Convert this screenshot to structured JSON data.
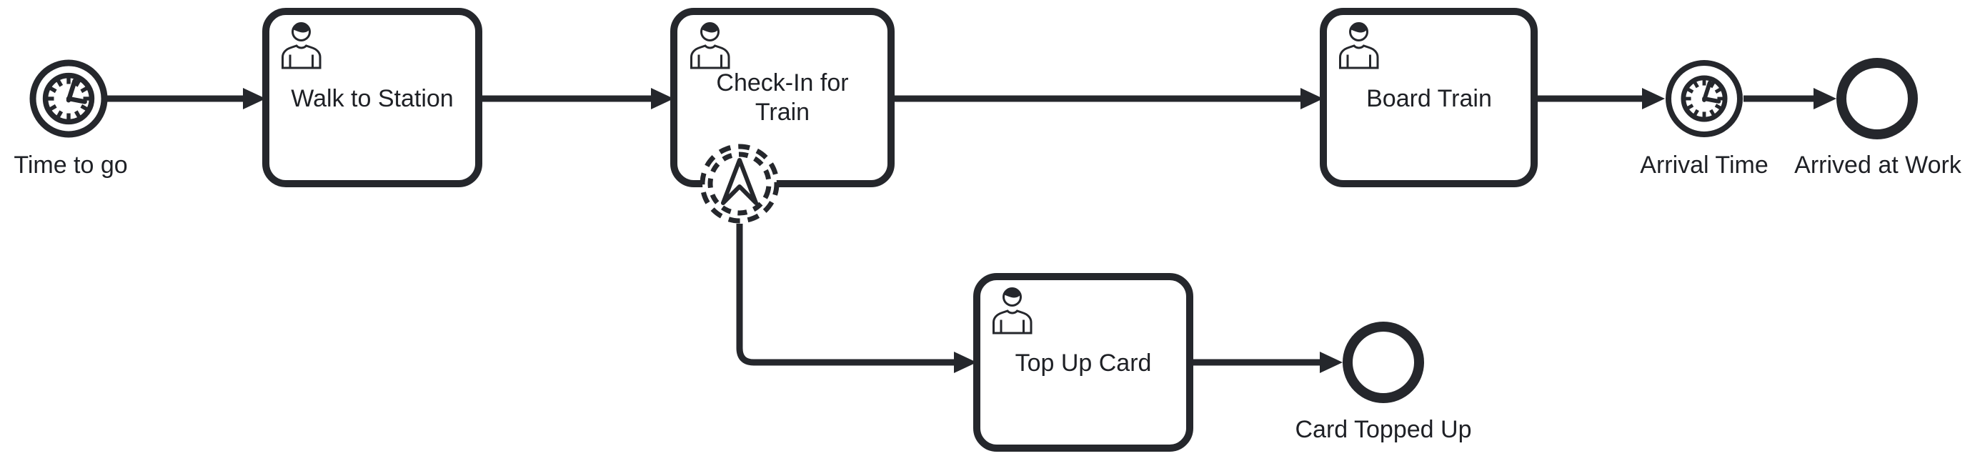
{
  "diagram": {
    "type": "bpmn-process",
    "colors": {
      "background": "#ffffff",
      "stroke": "#25272c",
      "text": "#1e2025"
    },
    "start_event": {
      "label": "Time to go",
      "kind": "timer-start-event",
      "icon": "clock-icon"
    },
    "tasks": {
      "walk": {
        "label": "Walk to Station",
        "kind": "user-task",
        "icon": "user-icon"
      },
      "checkin": {
        "label_lines": [
          "Check-In for",
          "Train"
        ],
        "kind": "user-task",
        "icon": "user-icon"
      },
      "board": {
        "label": "Board Train",
        "kind": "user-task",
        "icon": "user-icon"
      },
      "topup": {
        "label": "Top Up Card",
        "kind": "user-task",
        "icon": "user-icon"
      }
    },
    "boundary_event": {
      "kind": "escalation-boundary-event-non-interrupting",
      "icon": "escalation-arrow-icon",
      "attached_to": "Check-In for Train"
    },
    "intermediate_event": {
      "label": "Arrival Time",
      "kind": "timer-intermediate-catch-event",
      "icon": "clock-icon"
    },
    "end_events": {
      "work": {
        "label": "Arrived at Work",
        "kind": "end-event"
      },
      "card": {
        "label": "Card Topped Up",
        "kind": "end-event"
      }
    },
    "flows": [
      "Time to go -> Walk to Station",
      "Walk to Station -> Check-In for Train",
      "Check-In for Train -> Board Train",
      "Board Train -> Arrival Time",
      "Arrival Time -> Arrived at Work",
      "Boundary escalation -> Top Up Card",
      "Top Up Card -> Card Topped Up"
    ]
  }
}
